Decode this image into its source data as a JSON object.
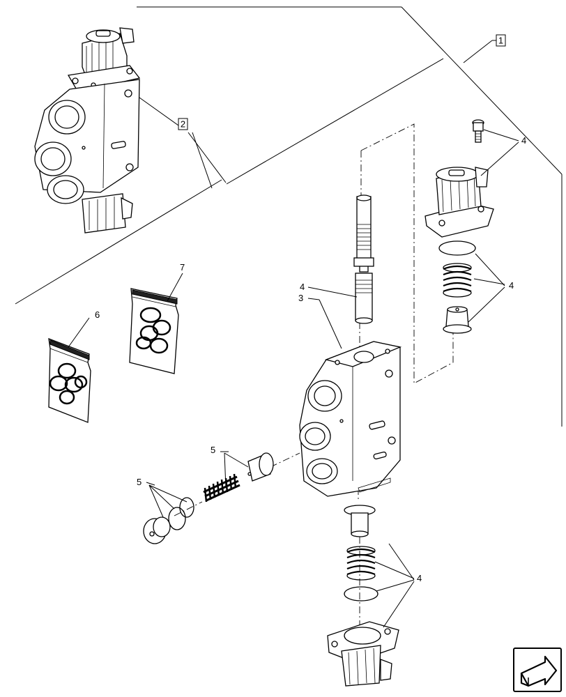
{
  "callouts": {
    "c1": "1",
    "c2": "2",
    "c3": "3",
    "c4a": "4",
    "c4b": "4",
    "c4c": "4",
    "c4d": "4",
    "c5a": "5",
    "c5b": "5",
    "c6": "6",
    "c7": "7"
  },
  "nav": {
    "icon": "next-page-arrow-icon"
  }
}
